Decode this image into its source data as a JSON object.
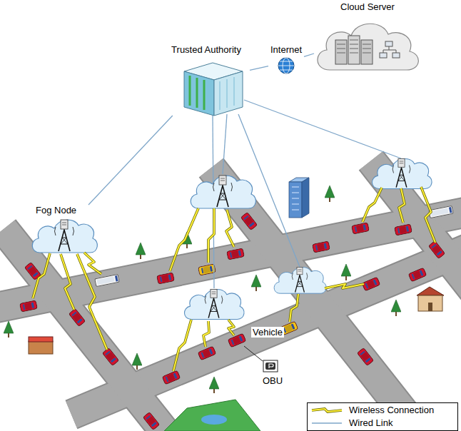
{
  "diagram": {
    "nodes": [
      {
        "text": [
          "Cloud Server"
        ]
      },
      {
        "text": [
          "Trusted Authority"
        ]
      },
      {
        "text": [
          "Internet"
        ]
      },
      {
        "text": [
          "Fog Node"
        ]
      }
    ],
    "edges": [
      {
        "from": 1,
        "to": 2,
        "arrow": "none"
      },
      {
        "from": 2,
        "to": 0,
        "arrow": "none"
      },
      {
        "from": 1,
        "to": 3,
        "arrow": "none"
      }
    ],
    "labels": [
      "Vehicle",
      "OBU"
    ],
    "legend": [
      {
        "text": "Wireless Connection"
      },
      {
        "text": "Wired Link"
      }
    ]
  }
}
